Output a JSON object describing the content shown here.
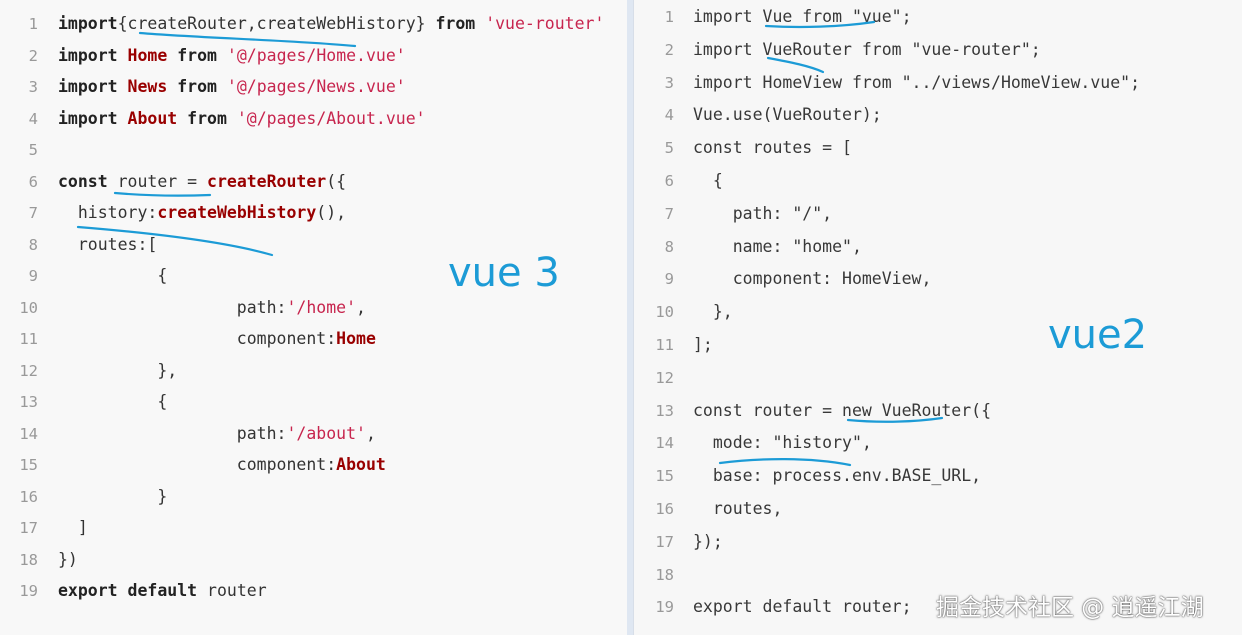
{
  "left": {
    "annotation": "vue 3",
    "lines": [
      {
        "n": "1",
        "t": [
          [
            "kw",
            "import"
          ],
          [
            "",
            "{createRouter,createWebHistory} "
          ],
          [
            "kw",
            "from"
          ],
          [
            "",
            " "
          ],
          [
            "str",
            "'vue-router'"
          ]
        ]
      },
      {
        "n": "2",
        "t": [
          [
            "kw",
            "import"
          ],
          [
            "",
            " "
          ],
          [
            "id",
            "Home"
          ],
          [
            "",
            " "
          ],
          [
            "kw",
            "from"
          ],
          [
            "",
            " "
          ],
          [
            "str",
            "'@/pages/Home.vue'"
          ]
        ]
      },
      {
        "n": "3",
        "t": [
          [
            "kw",
            "import"
          ],
          [
            "",
            " "
          ],
          [
            "id",
            "News"
          ],
          [
            "",
            " "
          ],
          [
            "kw",
            "from"
          ],
          [
            "",
            " "
          ],
          [
            "str",
            "'@/pages/News.vue'"
          ]
        ]
      },
      {
        "n": "4",
        "t": [
          [
            "kw",
            "import"
          ],
          [
            "",
            " "
          ],
          [
            "id",
            "About"
          ],
          [
            "",
            " "
          ],
          [
            "kw",
            "from"
          ],
          [
            "",
            " "
          ],
          [
            "str",
            "'@/pages/About.vue'"
          ]
        ]
      },
      {
        "n": "5",
        "t": []
      },
      {
        "n": "6",
        "t": [
          [
            "kw",
            "const"
          ],
          [
            "",
            " router = "
          ],
          [
            "fn",
            "createRouter"
          ],
          [
            "",
            "({"
          ]
        ]
      },
      {
        "n": "7",
        "t": [
          [
            "",
            "  history:"
          ],
          [
            "fn",
            "createWebHistory"
          ],
          [
            "",
            "(),"
          ]
        ]
      },
      {
        "n": "8",
        "t": [
          [
            "",
            "  routes:["
          ]
        ]
      },
      {
        "n": "9",
        "t": [
          [
            "",
            "          {"
          ]
        ]
      },
      {
        "n": "10",
        "t": [
          [
            "",
            "                  path:"
          ],
          [
            "str",
            "'/home'"
          ],
          [
            "",
            ","
          ]
        ]
      },
      {
        "n": "11",
        "t": [
          [
            "",
            "                  component:"
          ],
          [
            "id",
            "Home"
          ]
        ]
      },
      {
        "n": "12",
        "t": [
          [
            "",
            "          },"
          ]
        ]
      },
      {
        "n": "13",
        "t": [
          [
            "",
            "          {"
          ]
        ]
      },
      {
        "n": "14",
        "t": [
          [
            "",
            "                  path:"
          ],
          [
            "str",
            "'/about'"
          ],
          [
            "",
            ","
          ]
        ]
      },
      {
        "n": "15",
        "t": [
          [
            "",
            "                  component:"
          ],
          [
            "id",
            "About"
          ]
        ]
      },
      {
        "n": "16",
        "t": [
          [
            "",
            "          }"
          ]
        ]
      },
      {
        "n": "17",
        "t": [
          [
            "",
            "  ]"
          ]
        ]
      },
      {
        "n": "18",
        "t": [
          [
            "",
            "})"
          ]
        ]
      },
      {
        "n": "19",
        "t": [
          [
            "kw",
            "export"
          ],
          [
            "",
            " "
          ],
          [
            "kw",
            "default"
          ],
          [
            "",
            " router"
          ]
        ]
      }
    ]
  },
  "right": {
    "annotation": "vue2",
    "lines": [
      {
        "n": "1",
        "t": [
          [
            "",
            "import Vue from \"vue\";"
          ]
        ]
      },
      {
        "n": "2",
        "t": [
          [
            "",
            "import VueRouter from \"vue-router\";"
          ]
        ]
      },
      {
        "n": "3",
        "t": [
          [
            "",
            "import HomeView from \"../views/HomeView.vue\";"
          ]
        ]
      },
      {
        "n": "4",
        "t": [
          [
            "",
            "Vue.use(VueRouter);"
          ]
        ]
      },
      {
        "n": "5",
        "t": [
          [
            "",
            "const routes = ["
          ]
        ]
      },
      {
        "n": "6",
        "t": [
          [
            "",
            "  {"
          ]
        ]
      },
      {
        "n": "7",
        "t": [
          [
            "",
            "    path: \"/\","
          ]
        ]
      },
      {
        "n": "8",
        "t": [
          [
            "",
            "    name: \"home\","
          ]
        ]
      },
      {
        "n": "9",
        "t": [
          [
            "",
            "    component: HomeView,"
          ]
        ]
      },
      {
        "n": "10",
        "t": [
          [
            "",
            "  },"
          ]
        ]
      },
      {
        "n": "11",
        "t": [
          [
            "",
            "];"
          ]
        ]
      },
      {
        "n": "12",
        "t": []
      },
      {
        "n": "13",
        "t": [
          [
            "",
            "const router = new VueRouter({"
          ]
        ]
      },
      {
        "n": "14",
        "t": [
          [
            "",
            "  mode: \"history\","
          ]
        ]
      },
      {
        "n": "15",
        "t": [
          [
            "",
            "  base: process.env.BASE_URL,"
          ]
        ]
      },
      {
        "n": "16",
        "t": [
          [
            "",
            "  routes,"
          ]
        ]
      },
      {
        "n": "17",
        "t": [
          [
            "",
            "});"
          ]
        ]
      },
      {
        "n": "18",
        "t": []
      },
      {
        "n": "19",
        "t": [
          [
            "",
            "export default router;"
          ]
        ]
      }
    ]
  },
  "watermark": "掘金技术社区 @ 逍遥江湖",
  "colors": {
    "ink": "#1c9bd6",
    "keyword": "#222222",
    "string": "#c7254e",
    "identifier": "#990000"
  }
}
